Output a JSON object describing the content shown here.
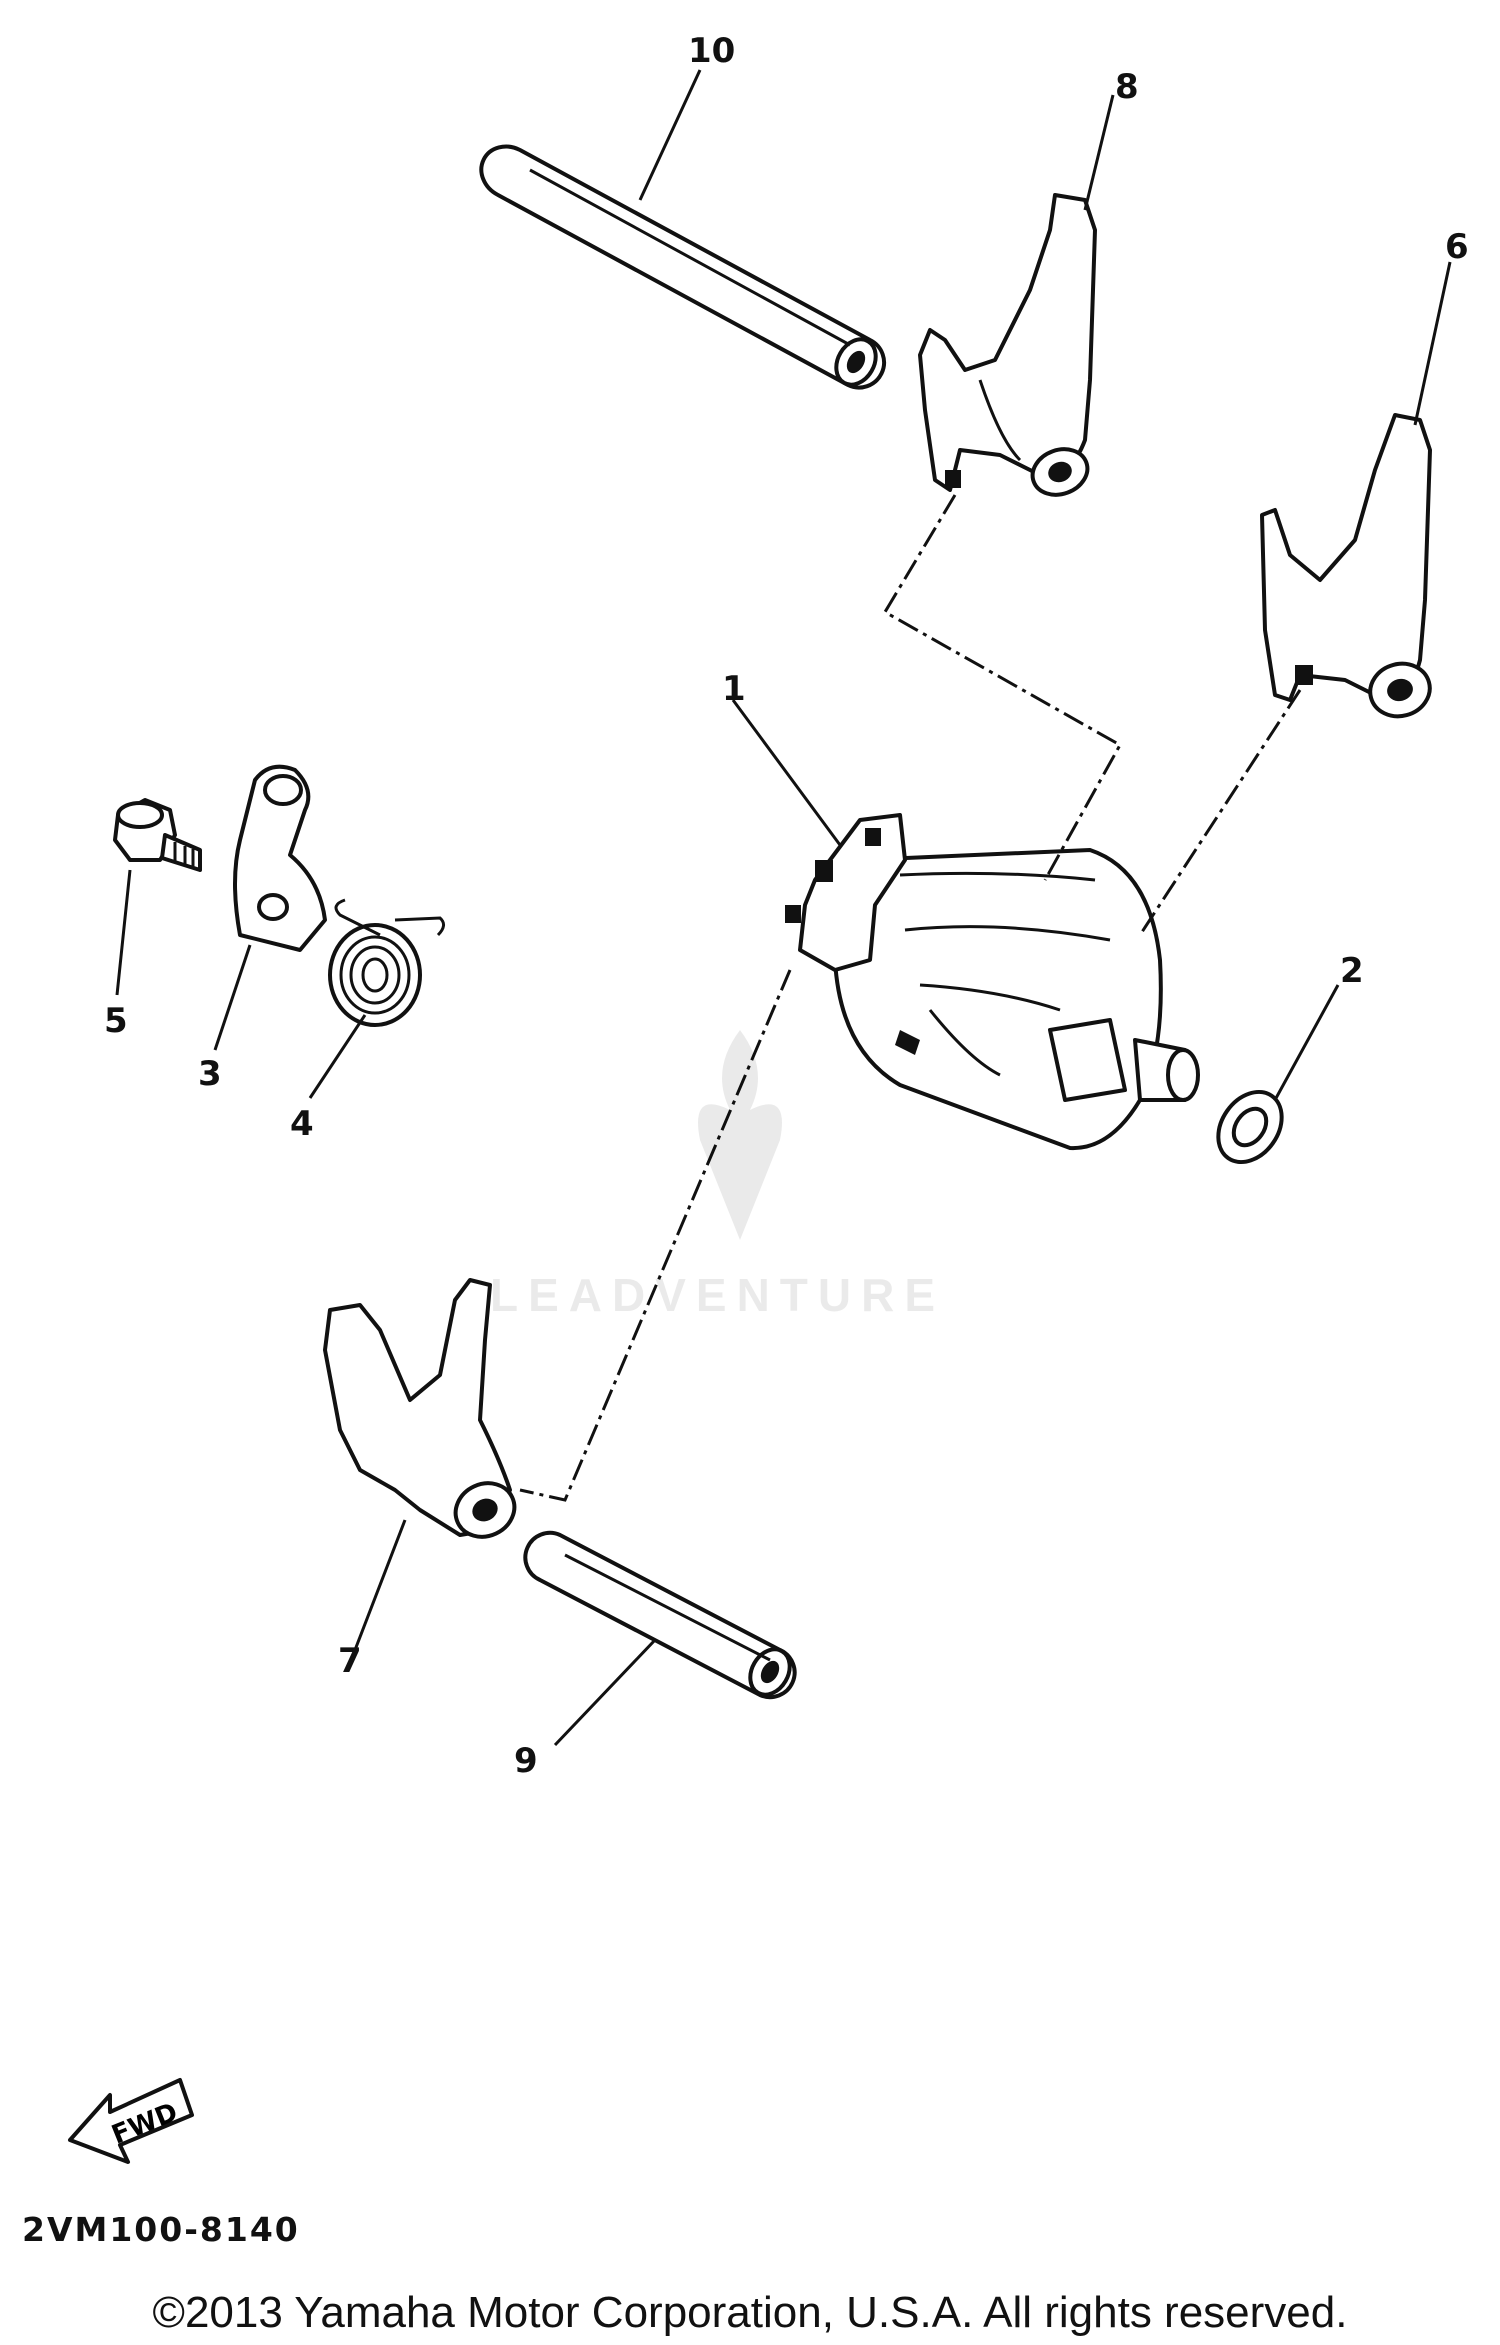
{
  "callouts": {
    "c1": "1",
    "c2": "2",
    "c3": "3",
    "c4": "4",
    "c5": "5",
    "c6": "6",
    "c7": "7",
    "c8": "8",
    "c9": "9",
    "c10": "10"
  },
  "fwd_label": "FWD",
  "diagram_code": "2VM100-8140",
  "copyright": "©2013 Yamaha Motor Corporation, U.S.A. All rights reserved.",
  "watermark": "LEADVENTURE",
  "colors": {
    "ink": "#111111",
    "paper": "#ffffff"
  }
}
